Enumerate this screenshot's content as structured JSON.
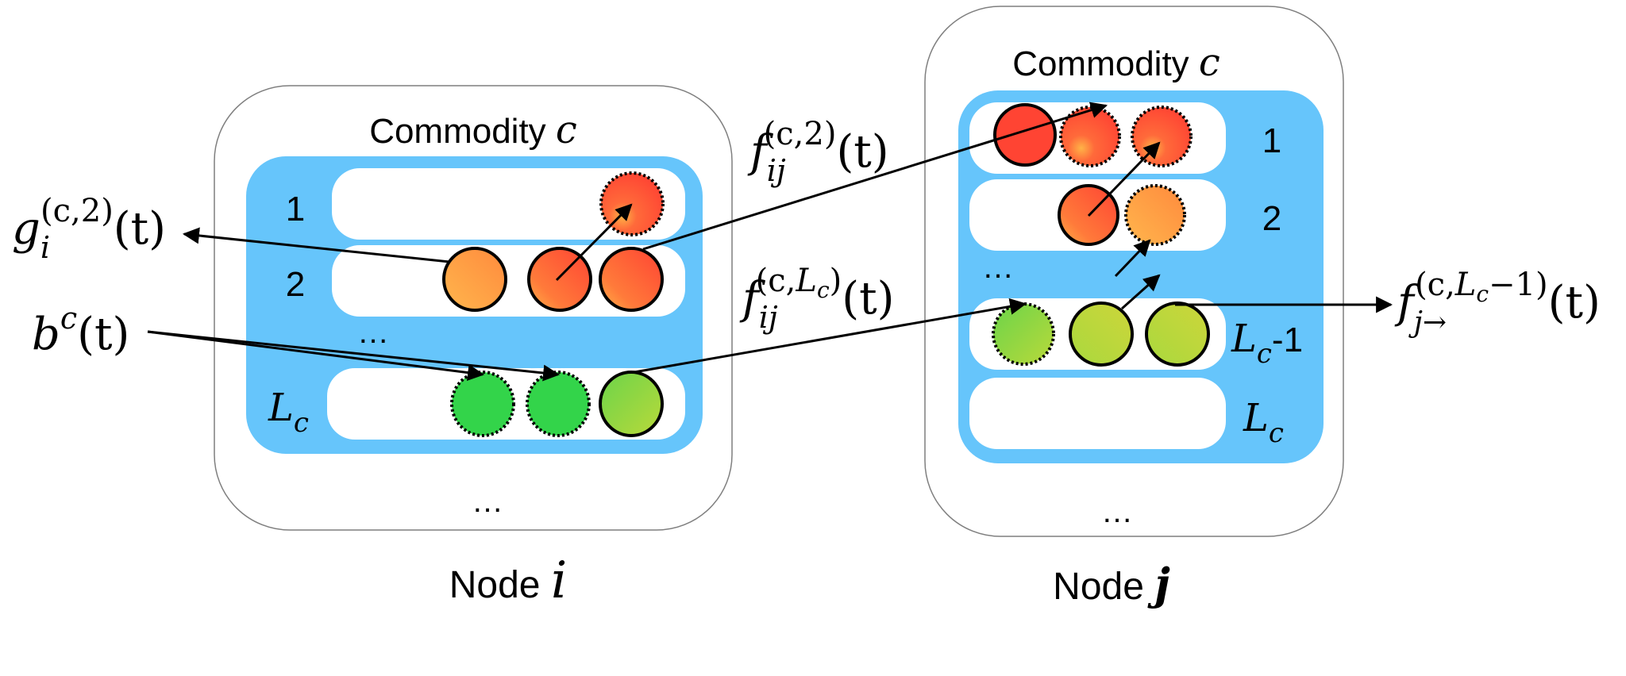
{
  "diagram": {
    "colors": {
      "queue_bg": "#66C5FB",
      "slot_bg": "#FFFFFF",
      "node_border": "#7F7F7F",
      "red": "#FF4433",
      "orange": "#FFA94D",
      "green": "#33D44A",
      "yellow_green": "#C4D83A",
      "arrow": "#000000"
    },
    "node_i": {
      "label_prefix": "Node ",
      "label_var": "i",
      "commodity_prefix": "Commodity ",
      "commodity_var": "c",
      "ellipsis_bottom": "…",
      "queue_ellipsis": "…",
      "levels": [
        {
          "label": "1"
        },
        {
          "label": "2"
        },
        {
          "label_main": "L",
          "label_sub": "c"
        }
      ]
    },
    "node_j": {
      "label_prefix": "Node ",
      "label_var": "j",
      "commodity_prefix": "Commodity ",
      "commodity_var": "c",
      "ellipsis_bottom": "…",
      "queue_ellipsis": "…",
      "levels": [
        {
          "label": "1"
        },
        {
          "label": "2"
        },
        {
          "label_main": "L",
          "label_sub": "c",
          "label_suffix": "-1"
        },
        {
          "label_main": "L",
          "label_sub": "c"
        }
      ]
    },
    "flows": {
      "g": {
        "main": "g",
        "sub": "i",
        "sup": "(c,2)",
        "arg": "(t)"
      },
      "b": {
        "main": "b",
        "sup": "c",
        "arg": "(t)"
      },
      "f2": {
        "main": "f",
        "sub": "ij",
        "sup": "(c,2)",
        "arg": "(t)"
      },
      "fL": {
        "main": "f",
        "sub": "ij",
        "sup_pre": "(c,",
        "sup_L": "L",
        "sup_Lsub": "c",
        "sup_post": ")",
        "arg": "(t)"
      },
      "fout": {
        "main": "f",
        "sub": "j→",
        "sup_pre": "(c,",
        "sup_L": "L",
        "sup_Lsub": "c",
        "sup_post": "−1)",
        "arg": "(t)"
      }
    }
  }
}
